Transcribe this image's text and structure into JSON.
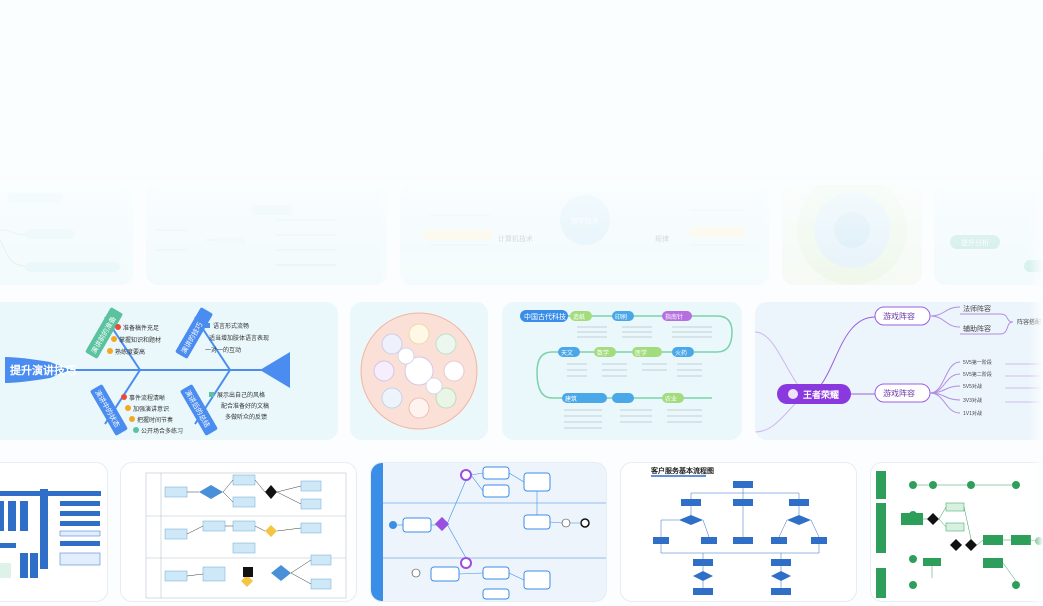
{
  "row1": {
    "cards": [
      {
        "texts": [
          "计算机技术",
          "规律"
        ]
      },
      {
        "texts": [
          "提升分析"
        ]
      }
    ]
  },
  "fishbone": {
    "title": "提升演讲技巧",
    "branches": [
      "演讲前的准备",
      "演讲的技巧",
      "演讲中的状态",
      "演讲后的总结"
    ],
    "items_top": [
      "准备稿件充足",
      "掌握知识和题材",
      "熟练度要高"
    ],
    "items_top_right": [
      "语言形式流畅",
      "适当增加肢体语言表现",
      "一对一的互动"
    ],
    "items_bottom": [
      "事件流程清晰",
      "加强演讲意识",
      "把握时间节奏",
      "公开场合多练习"
    ],
    "items_bottom_right": [
      "展示出自己的风格",
      "配合准备好的文稿",
      "多做听众的反馈"
    ]
  },
  "history_map": {
    "title": "中国古代科技",
    "nodes": [
      "造纸",
      "印刷",
      "指南针",
      "天文",
      "数学",
      "医学",
      "火药",
      "建筑",
      "农业"
    ]
  },
  "honor_map": {
    "center": "王者荣耀",
    "branch1": "游戏阵容",
    "branch2": "游戏阵容",
    "sub1": "法师阵容",
    "sub2": "辅助阵容",
    "sub3": "阵容搭配",
    "rows": [
      "5V5第一阶段",
      "5V5第二阶段",
      "5V5对战",
      "3V3对战",
      "1V1对战"
    ]
  },
  "flow_titles": {
    "customer": "客户服务基本流程图"
  }
}
